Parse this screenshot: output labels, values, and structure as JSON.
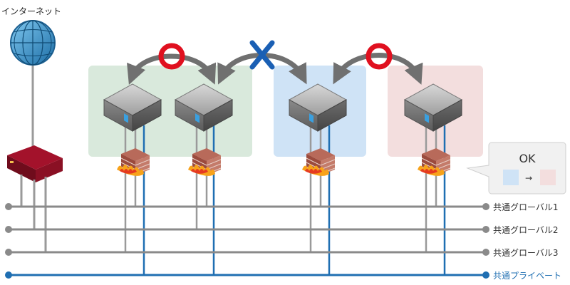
{
  "internet_label": "インターネット",
  "networks": [
    {
      "label": "共通グローバル1",
      "color": "#8a8a8a"
    },
    {
      "label": "共通グローバル2",
      "color": "#8a8a8a"
    },
    {
      "label": "共通グローバル3",
      "color": "#8a8a8a"
    },
    {
      "label": "共通プライベート",
      "color": "#1f6fb2"
    }
  ],
  "zones": [
    {
      "name": "green-zone",
      "color": "#d9e9dc"
    },
    {
      "name": "blue-zone",
      "color": "#cfe3f6"
    },
    {
      "name": "pink-zone",
      "color": "#f3dede"
    }
  ],
  "connectivity_marks": [
    {
      "name": "ok-mark-left",
      "symbol": "○",
      "color": "#e0101f"
    },
    {
      "name": "ng-mark",
      "symbol": "×",
      "color": "#1a5fb4"
    },
    {
      "name": "ok-mark-right",
      "symbol": "○",
      "color": "#e0101f"
    }
  ],
  "callout": {
    "title": "OK",
    "arrow": "→",
    "from_color": "#cfe3f6",
    "to_color": "#f3dede"
  },
  "icons": {
    "internet": "globe-icon",
    "router": "router-icon",
    "server": "server-icon",
    "firewall": "firewall-icon"
  }
}
